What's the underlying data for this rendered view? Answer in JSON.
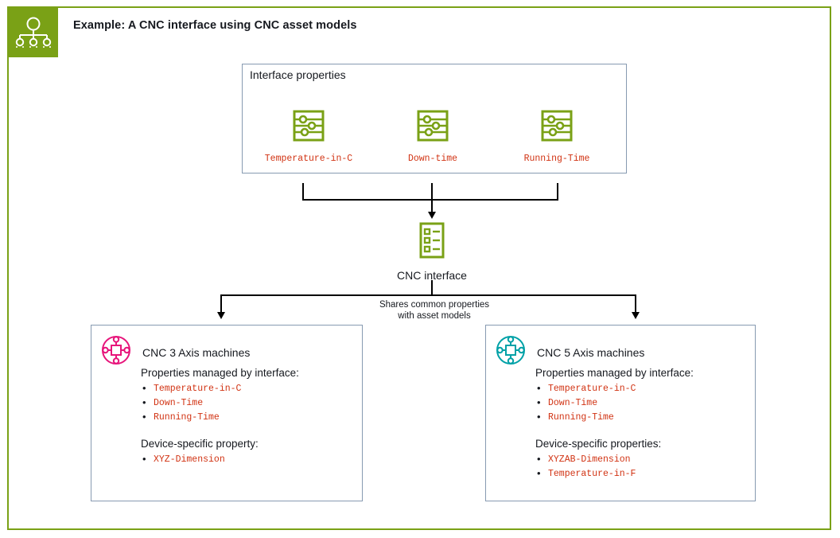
{
  "header": {
    "icon": "asset-hierarchy-icon",
    "title": "Example: A CNC interface using CNC asset models",
    "badge_color": "#7aa116"
  },
  "colors": {
    "frame_green": "#7aa116",
    "icon_green": "#7aa116",
    "box_border": "#879ab1",
    "property_red": "#d13212",
    "cnc3_icon": "#e7157b",
    "cnc5_icon": "#00a1a7",
    "text": "#16191f",
    "connector": "#000000"
  },
  "interface_properties": {
    "title": "Interface properties",
    "items": [
      {
        "icon": "property-sliders-icon",
        "label": "Temperature-in-C"
      },
      {
        "icon": "property-sliders-icon",
        "label": "Down-time"
      },
      {
        "icon": "property-sliders-icon",
        "label": "Running-Time"
      }
    ]
  },
  "cnc_interface": {
    "icon": "interface-list-icon",
    "label": "CNC interface"
  },
  "connector_label": {
    "line1": "Shares common properties",
    "line2": "with asset models"
  },
  "machines": [
    {
      "id": "cnc-3-axis",
      "icon": "cnc-machine-icon",
      "icon_color": "#e7157b",
      "title": "CNC 3 Axis machines",
      "managed_heading": "Properties managed by interface:",
      "managed_properties": [
        "Temperature-in-C",
        "Down-Time",
        "Running-Time"
      ],
      "specific_heading": "Device-specific property:",
      "specific_properties": [
        "XYZ-Dimension"
      ]
    },
    {
      "id": "cnc-5-axis",
      "icon": "cnc-machine-icon",
      "icon_color": "#00a1a7",
      "title": "CNC 5 Axis machines",
      "managed_heading": "Properties managed by interface:",
      "managed_properties": [
        "Temperature-in-C",
        "Down-Time",
        "Running-Time"
      ],
      "specific_heading": "Device-specific properties:",
      "specific_properties": [
        "XYZAB-Dimension",
        "Temperature-in-F"
      ]
    }
  ]
}
